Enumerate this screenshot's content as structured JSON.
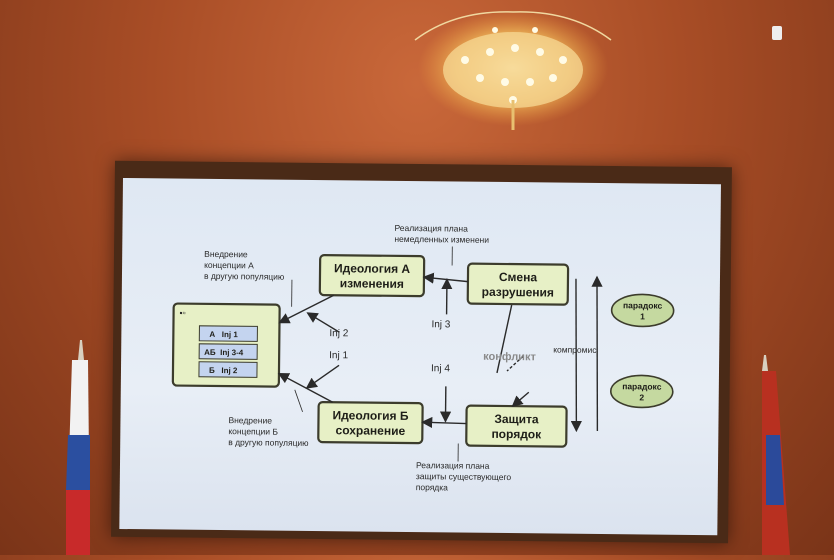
{
  "slide": {
    "box_a": {
      "line1": "Идеология А",
      "line2": "изменения"
    },
    "box_b": {
      "line1": "Идеология Б",
      "line2": "сохранение"
    },
    "box_smena": {
      "line1": "Смена",
      "line2": "разрушения"
    },
    "box_zashita": {
      "line1": "Защита",
      "line2": "порядок"
    },
    "population": {
      "corner_mark": "▪▫",
      "rows": [
        "А   Inj 1",
        "АБ  Inj 3-4",
        "Б   Inj 2"
      ]
    },
    "notes": {
      "vnedrenie_a": [
        "Внедрение",
        "концепции А",
        "в другую популяцию"
      ],
      "vnedrenie_b": [
        "Внедрение",
        "концепции Б",
        "в другую популяцию"
      ],
      "realizaciya_top": [
        "Реализация плана",
        "немедленных изменени"
      ],
      "realizaciya_bottom": [
        "Реализация плана",
        "защиты существующего",
        "порядка"
      ]
    },
    "labels": {
      "inj2": "Inj 2",
      "inj1": "Inj 1",
      "inj3": "Inj 3",
      "inj4": "Inj 4",
      "konflikt": "конфликт",
      "kompromis": "компромис"
    },
    "paradox1": [
      "парадокс",
      "1"
    ],
    "paradox2": [
      "парадокс",
      "2"
    ]
  }
}
